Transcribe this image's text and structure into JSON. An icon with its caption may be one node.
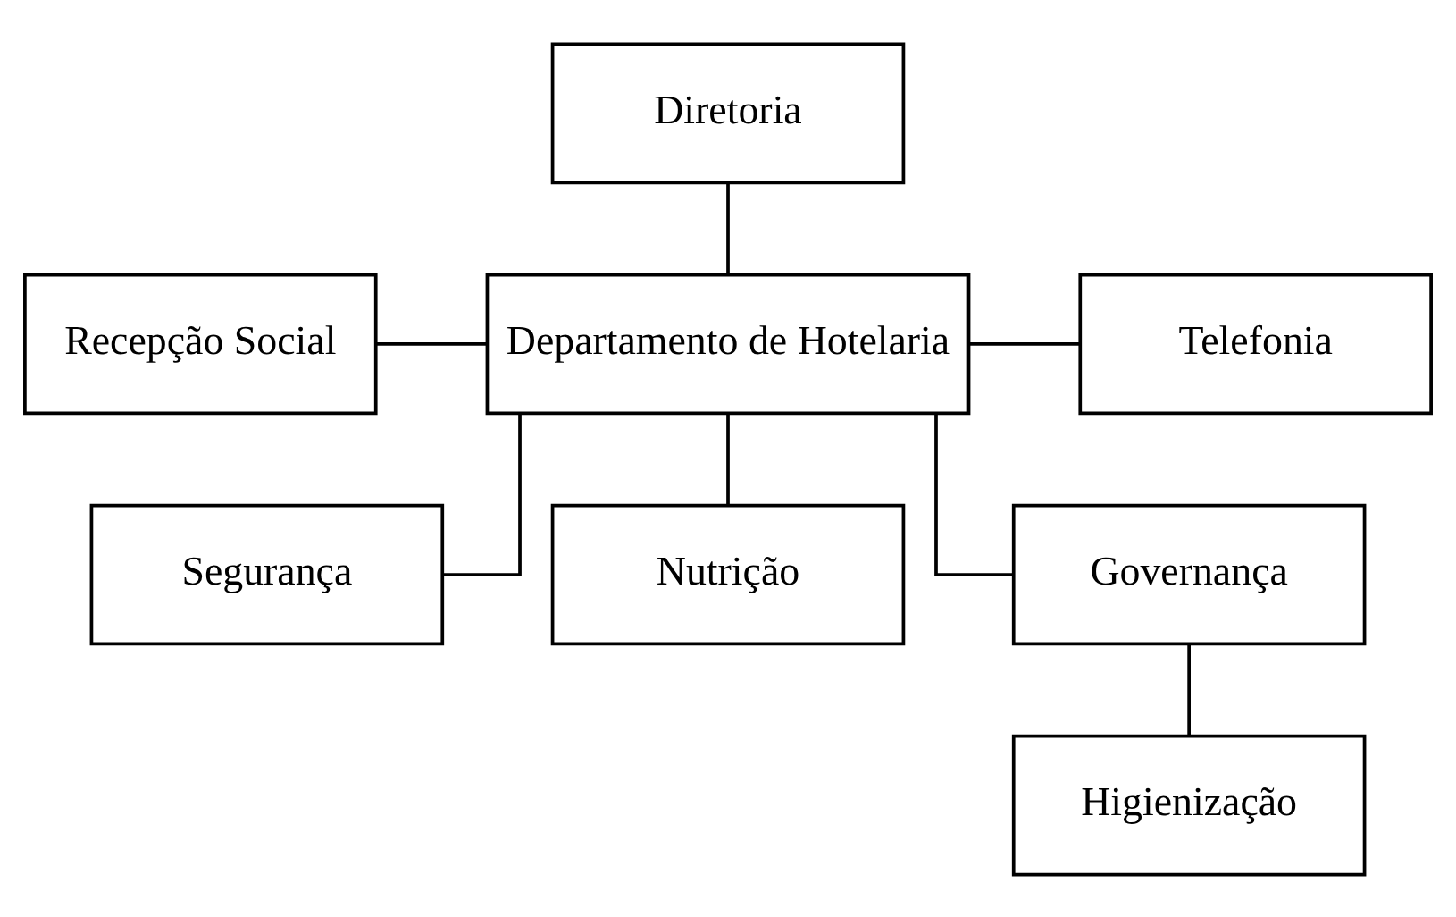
{
  "diagram": {
    "nodes": [
      {
        "text": [
          "Diretoria"
        ]
      },
      {
        "text": [
          "Recepção Social"
        ]
      },
      {
        "text": [
          "Departamento de Hotelaria"
        ]
      },
      {
        "text": [
          "Telefonia"
        ]
      },
      {
        "text": [
          "Segurança"
        ]
      },
      {
        "text": [
          "Nutrição"
        ]
      },
      {
        "text": [
          "Governança"
        ]
      },
      {
        "text": [
          "Higienização"
        ]
      }
    ],
    "edges": [
      {
        "from": 0,
        "to": 2,
        "arrow": "none"
      },
      {
        "from": 1,
        "to": 2,
        "arrow": "none"
      },
      {
        "from": 2,
        "to": 3,
        "arrow": "none"
      },
      {
        "from": 2,
        "to": 4,
        "arrow": "none"
      },
      {
        "from": 2,
        "to": 5,
        "arrow": "none"
      },
      {
        "from": 2,
        "to": 6,
        "arrow": "none"
      },
      {
        "from": 6,
        "to": 7,
        "arrow": "none"
      }
    ]
  }
}
